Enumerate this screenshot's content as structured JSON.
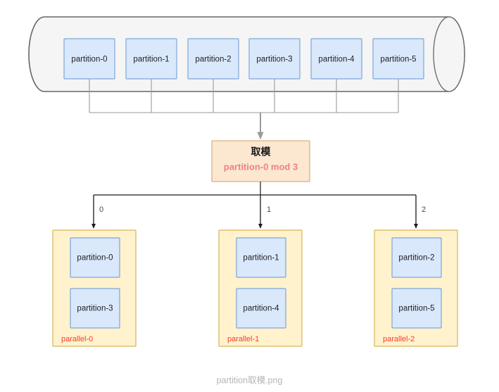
{
  "caption": "partition取模.png",
  "colors": {
    "partition_fill": "#dae8fc",
    "partition_stroke": "#7ea6d9",
    "cylinder_fill": "#f5f5f5",
    "cylinder_stroke": "#666666",
    "mod_fill": "#fce7d0",
    "mod_stroke": "#d6b48a",
    "mod_accent": "#ef7f8e",
    "group_fill": "#fff2cc",
    "group_stroke": "#d6b656",
    "group_label": "#ff3b30",
    "connector_gray": "#9a9a9a",
    "connector_black": "#1a1a1a",
    "caption_color": "#b5b5b5"
  },
  "source": {
    "name": "topic-cylinder",
    "partitions": [
      {
        "label": "partition-0"
      },
      {
        "label": "partition-1"
      },
      {
        "label": "partition-2"
      },
      {
        "label": "partition-3"
      },
      {
        "label": "partition-4"
      },
      {
        "label": "partition-5"
      }
    ]
  },
  "mod_node": {
    "title": "取模",
    "formula": "partition-0 mod 3"
  },
  "branches": [
    {
      "label": "0"
    },
    {
      "label": "1"
    },
    {
      "label": "2"
    }
  ],
  "groups": [
    {
      "label": "parallel-0",
      "partitions": [
        {
          "label": "partition-0"
        },
        {
          "label": "partition-3"
        }
      ]
    },
    {
      "label": "parallel-1",
      "partitions": [
        {
          "label": "partition-1"
        },
        {
          "label": "partition-4"
        }
      ]
    },
    {
      "label": "parallel-2",
      "partitions": [
        {
          "label": "partition-2"
        },
        {
          "label": "partition-5"
        }
      ]
    }
  ]
}
